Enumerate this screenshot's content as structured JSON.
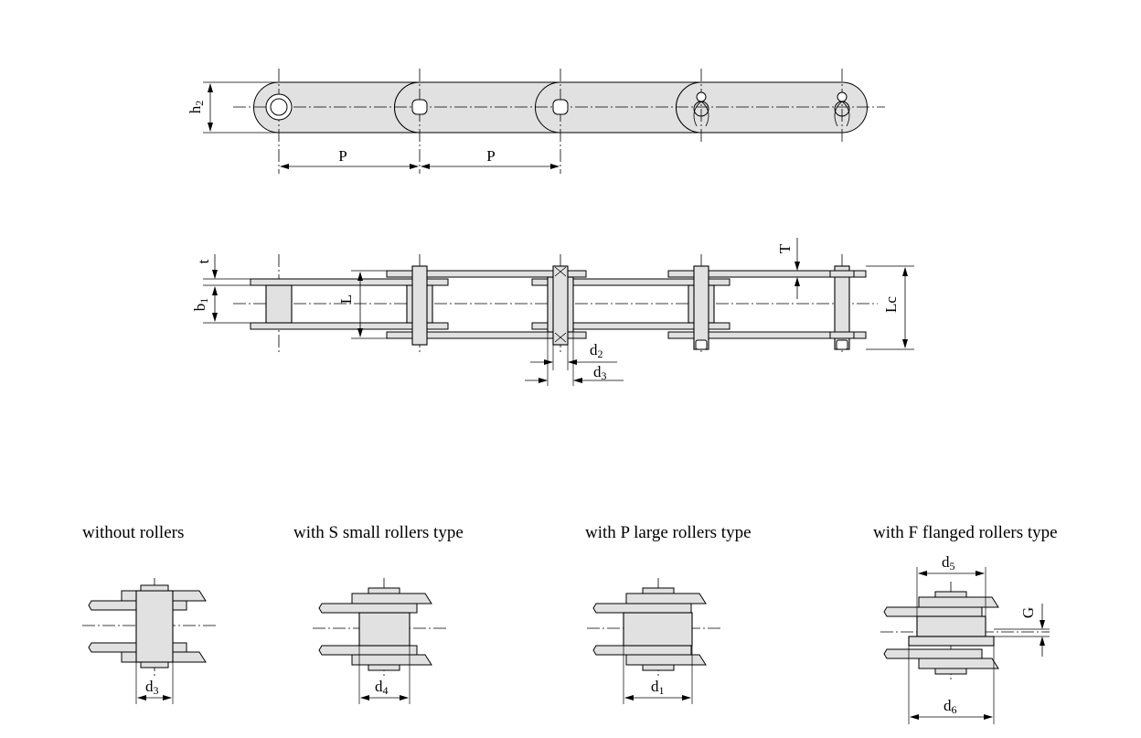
{
  "side_view": {
    "label_h2": "h",
    "label_h2_sub": "2",
    "label_p1": "P",
    "label_p2": "P"
  },
  "top_view": {
    "label_t": "t",
    "label_b1": "b",
    "label_b1_sub": "1",
    "label_L": "L",
    "label_T": "T",
    "label_Lc": "Lc",
    "label_d2": "d",
    "label_d2_sub": "2",
    "label_d3": "d",
    "label_d3_sub": "3"
  },
  "variants": [
    {
      "caption": "without rollers",
      "dim_label": "d",
      "dim_sub": "3"
    },
    {
      "caption": "with S  small  rollers type",
      "dim_label": "d",
      "dim_sub": "4"
    },
    {
      "caption": "with P  large rollers type",
      "dim_label": "d",
      "dim_sub": "1"
    },
    {
      "caption": "with F  flanged rollers type",
      "dim_label": "d",
      "dim_sub": "6",
      "dim_label_top": "d",
      "dim_sub_top": "5",
      "label_G": "G"
    }
  ]
}
